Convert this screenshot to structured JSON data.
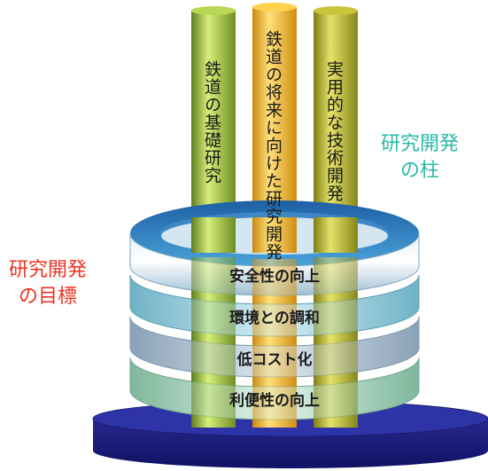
{
  "pillars": [
    {
      "label": "鉄道の基礎研究",
      "color": "#9ab93c"
    },
    {
      "label": "鉄道の将来に向けた研究開発",
      "color": "#f0b429"
    },
    {
      "label": "実用的な技術開発",
      "color": "#a8a52a"
    }
  ],
  "rings": [
    {
      "label": "安全性の向上"
    },
    {
      "label": "環境との調和"
    },
    {
      "label": "低コスト化"
    },
    {
      "label": "利便性の向上"
    }
  ],
  "goal_label": {
    "line1": "研究開発",
    "line2": "の目標",
    "color": "#ee3322"
  },
  "pillar_label": {
    "line1": "研究開発",
    "line2": "の柱",
    "color": "#2ab8a8"
  }
}
